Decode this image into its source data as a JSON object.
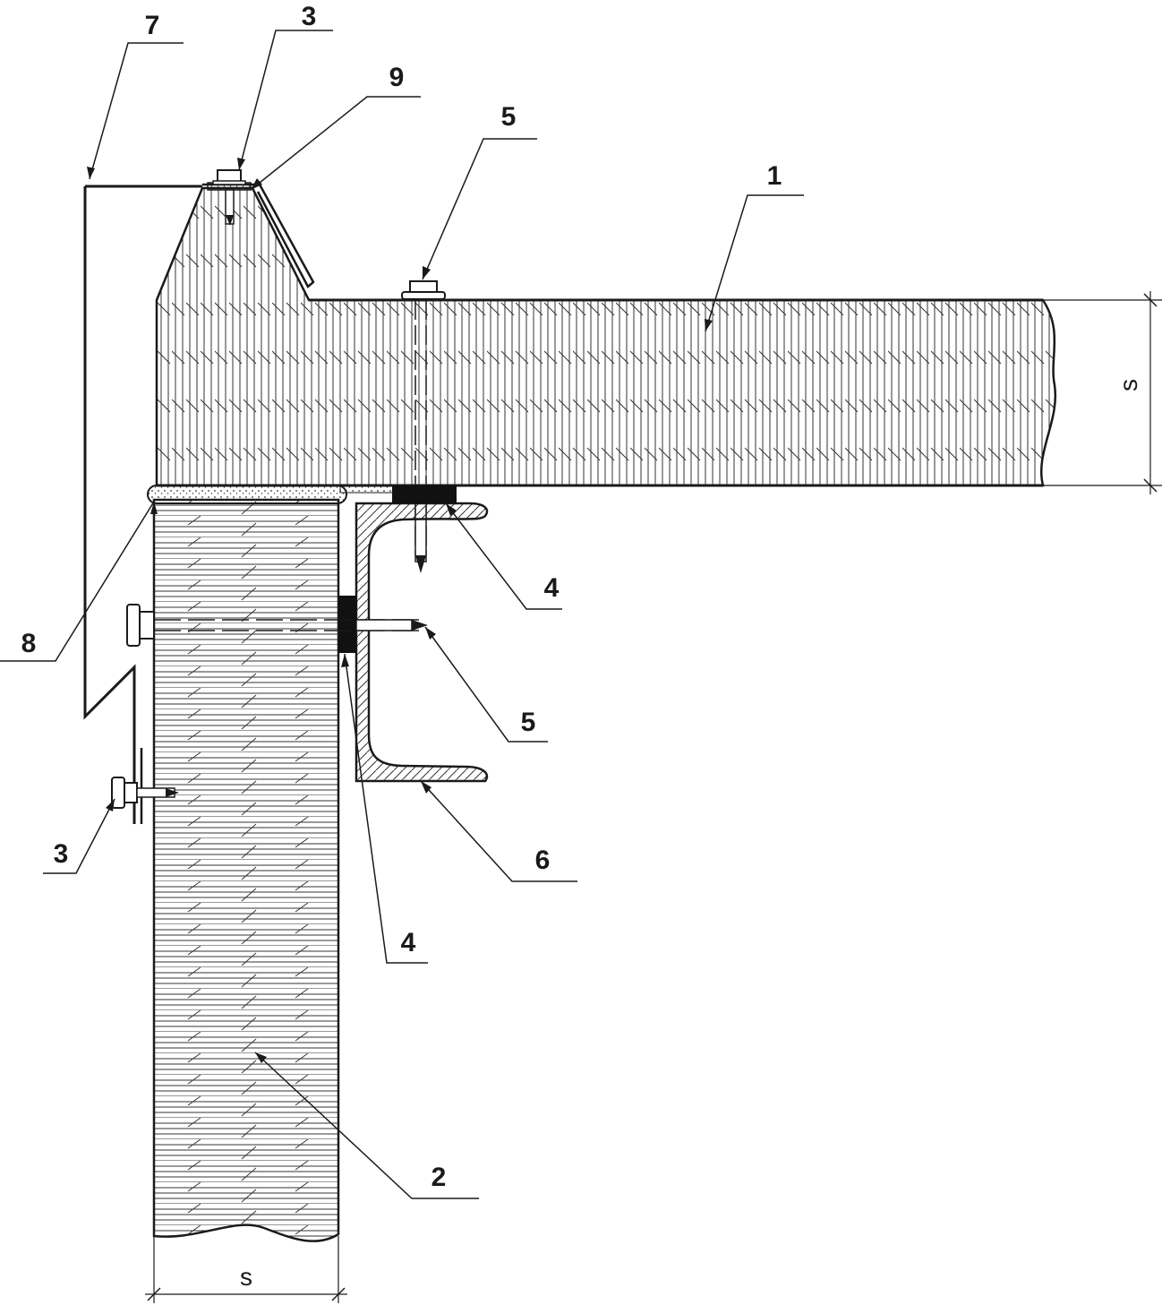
{
  "callouts": {
    "c1": "1",
    "c2": "2",
    "c3_top": "3",
    "c3_bottom": "3",
    "c4_right": "4",
    "c4_lower": "4",
    "c5_top": "5",
    "c5_side": "5",
    "c6": "6",
    "c7": "7",
    "c8": "8",
    "c9": "9"
  },
  "dimensions": {
    "roof_thickness": "s",
    "wall_thickness": "s"
  },
  "colors": {
    "line": "#1a1a1a",
    "gasket_fill": "#111111",
    "sealant_fill": "#e6e6e6",
    "background": "#ffffff"
  }
}
